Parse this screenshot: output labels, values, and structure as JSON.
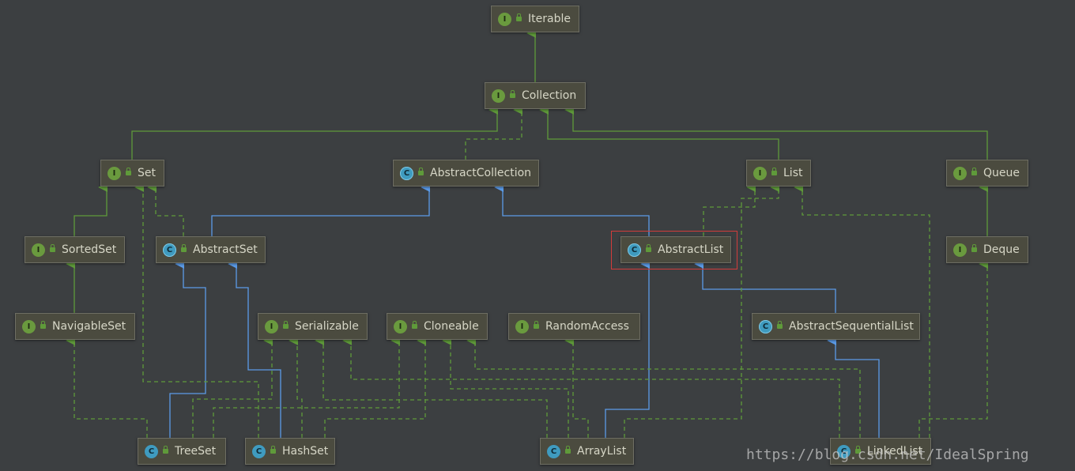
{
  "diagram": {
    "nodes": [
      {
        "id": "iterable",
        "label": "Iterable",
        "kind": "interface",
        "badge": "I"
      },
      {
        "id": "collection",
        "label": "Collection",
        "kind": "interface",
        "badge": "I"
      },
      {
        "id": "set",
        "label": "Set",
        "kind": "interface",
        "badge": "I"
      },
      {
        "id": "abstractcollection",
        "label": "AbstractCollection",
        "kind": "abstract",
        "badge": "C"
      },
      {
        "id": "list",
        "label": "List",
        "kind": "interface",
        "badge": "I"
      },
      {
        "id": "queue",
        "label": "Queue",
        "kind": "interface",
        "badge": "I"
      },
      {
        "id": "sortedset",
        "label": "SortedSet",
        "kind": "interface",
        "badge": "I"
      },
      {
        "id": "abstractset",
        "label": "AbstractSet",
        "kind": "abstract",
        "badge": "C"
      },
      {
        "id": "abstractlist",
        "label": "AbstractList",
        "kind": "abstract",
        "badge": "C"
      },
      {
        "id": "deque",
        "label": "Deque",
        "kind": "interface",
        "badge": "I"
      },
      {
        "id": "navigableset",
        "label": "NavigableSet",
        "kind": "interface",
        "badge": "I"
      },
      {
        "id": "serializable",
        "label": "Serializable",
        "kind": "interface",
        "badge": "I"
      },
      {
        "id": "cloneable",
        "label": "Cloneable",
        "kind": "interface",
        "badge": "I"
      },
      {
        "id": "randomaccess",
        "label": "RandomAccess",
        "kind": "interface",
        "badge": "I"
      },
      {
        "id": "abstractsequentiallist",
        "label": "AbstractSequentialList",
        "kind": "abstract",
        "badge": "C"
      },
      {
        "id": "treeset",
        "label": "TreeSet",
        "kind": "class",
        "badge": "C"
      },
      {
        "id": "hashset",
        "label": "HashSet",
        "kind": "class",
        "badge": "C"
      },
      {
        "id": "arraylist",
        "label": "ArrayList",
        "kind": "class",
        "badge": "C"
      },
      {
        "id": "linkedlist",
        "label": "LinkedList",
        "kind": "class",
        "badge": "C"
      }
    ],
    "edges": [
      {
        "from": "collection",
        "to": "iterable",
        "type": "extends-interface"
      },
      {
        "from": "set",
        "to": "collection",
        "type": "extends-interface"
      },
      {
        "from": "abstractcollection",
        "to": "collection",
        "type": "implements"
      },
      {
        "from": "list",
        "to": "collection",
        "type": "extends-interface"
      },
      {
        "from": "queue",
        "to": "collection",
        "type": "extends-interface"
      },
      {
        "from": "sortedset",
        "to": "set",
        "type": "extends-interface"
      },
      {
        "from": "abstractset",
        "to": "set",
        "type": "implements"
      },
      {
        "from": "abstractset",
        "to": "abstractcollection",
        "type": "extends-class"
      },
      {
        "from": "abstractlist",
        "to": "abstractcollection",
        "type": "extends-class"
      },
      {
        "from": "abstractlist",
        "to": "list",
        "type": "implements"
      },
      {
        "from": "deque",
        "to": "queue",
        "type": "extends-interface"
      },
      {
        "from": "navigableset",
        "to": "sortedset",
        "type": "extends-interface"
      },
      {
        "from": "abstractsequentiallist",
        "to": "abstractlist",
        "type": "extends-class"
      },
      {
        "from": "treeset",
        "to": "abstractset",
        "type": "extends-class"
      },
      {
        "from": "treeset",
        "to": "navigableset",
        "type": "implements"
      },
      {
        "from": "treeset",
        "to": "serializable",
        "type": "implements"
      },
      {
        "from": "treeset",
        "to": "cloneable",
        "type": "implements"
      },
      {
        "from": "hashset",
        "to": "abstractset",
        "type": "extends-class"
      },
      {
        "from": "hashset",
        "to": "set",
        "type": "implements"
      },
      {
        "from": "hashset",
        "to": "serializable",
        "type": "implements"
      },
      {
        "from": "hashset",
        "to": "cloneable",
        "type": "implements"
      },
      {
        "from": "arraylist",
        "to": "abstractlist",
        "type": "extends-class"
      },
      {
        "from": "arraylist",
        "to": "list",
        "type": "implements"
      },
      {
        "from": "arraylist",
        "to": "randomaccess",
        "type": "implements"
      },
      {
        "from": "arraylist",
        "to": "serializable",
        "type": "implements"
      },
      {
        "from": "arraylist",
        "to": "cloneable",
        "type": "implements"
      },
      {
        "from": "linkedlist",
        "to": "abstractsequentiallist",
        "type": "extends-class"
      },
      {
        "from": "linkedlist",
        "to": "list",
        "type": "implements"
      },
      {
        "from": "linkedlist",
        "to": "deque",
        "type": "implements"
      },
      {
        "from": "linkedlist",
        "to": "serializable",
        "type": "implements"
      },
      {
        "from": "linkedlist",
        "to": "cloneable",
        "type": "implements"
      }
    ],
    "highlighted": "abstractlist",
    "colors": {
      "background": "#3c3f41",
      "interface_edge": "#5f9a3a",
      "class_edge": "#5b9be8",
      "highlight": "#d23b3b"
    }
  },
  "watermark": "https://blog.csdn.net/IdealSpring"
}
